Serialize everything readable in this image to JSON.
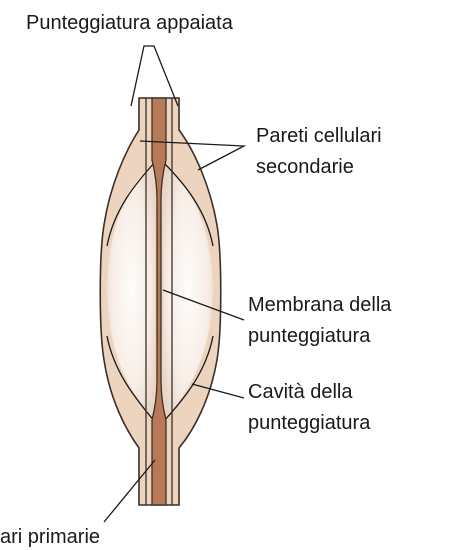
{
  "labels": {
    "paired_pits": "Punteggiatura appaiata",
    "secondary_walls_line1": "Pareti cellulari",
    "secondary_walls_line2": "secondarie",
    "pit_membrane_line1": "Membrana della",
    "pit_membrane_line2": "punteggiatura",
    "pit_cavity_line1": "Cavità della",
    "pit_cavity_line2": "punteggiatura",
    "primary_walls_partial": "ari primarie"
  },
  "colors": {
    "secondary_wall": "#ecd4bf",
    "wall_outline": "#3a2f2a",
    "primary_wall": "#b87a56",
    "pit_cavity_light": "#fdf9f6",
    "pit_cavity_mid": "#efe1d7",
    "text": "#1a1a1a"
  }
}
